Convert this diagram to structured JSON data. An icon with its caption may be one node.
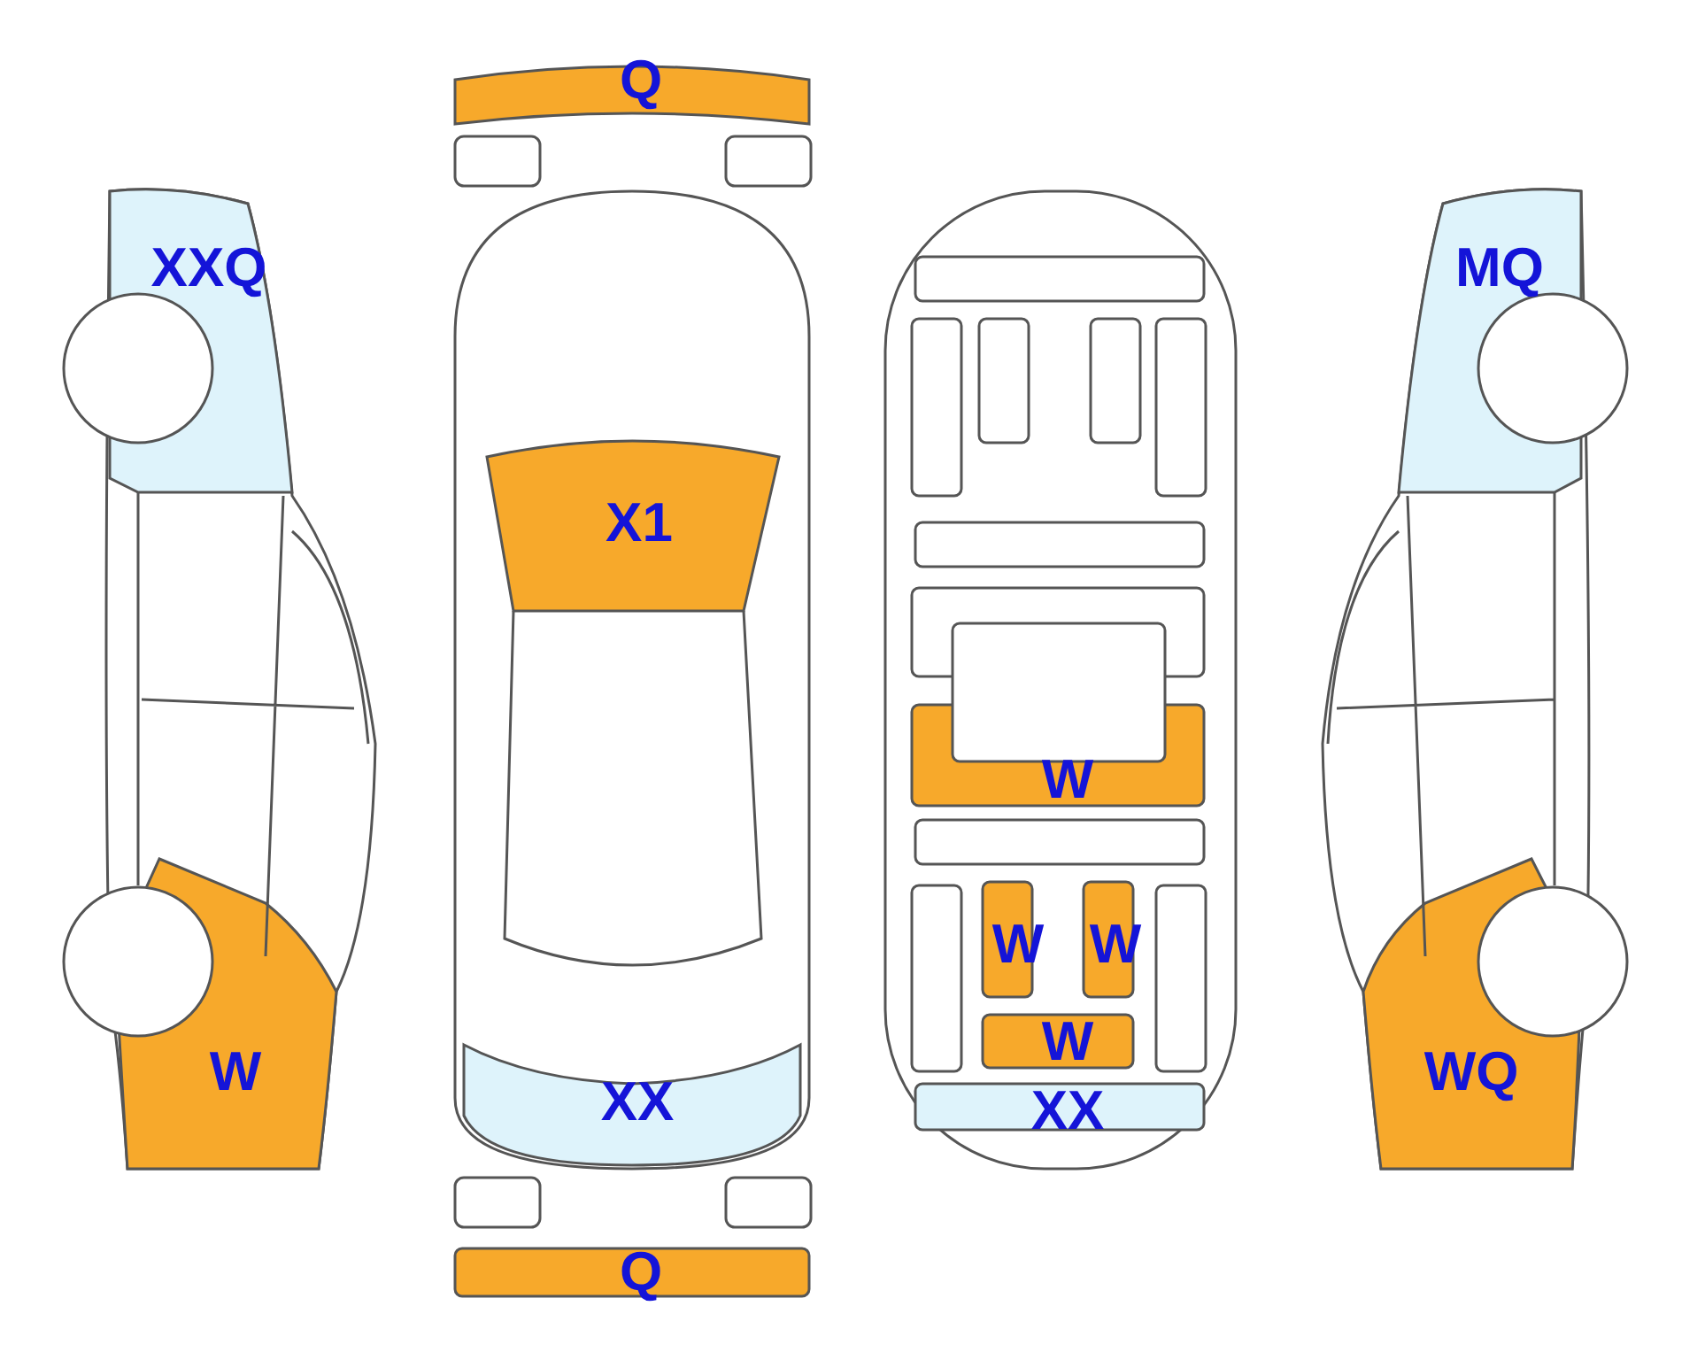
{
  "diagram": {
    "labels": [
      "Q",
      "XXQ",
      "MQ",
      "X1",
      "W",
      "W",
      "W",
      "W",
      "W",
      "WQ",
      "XX",
      "XX",
      "Q"
    ]
  }
}
